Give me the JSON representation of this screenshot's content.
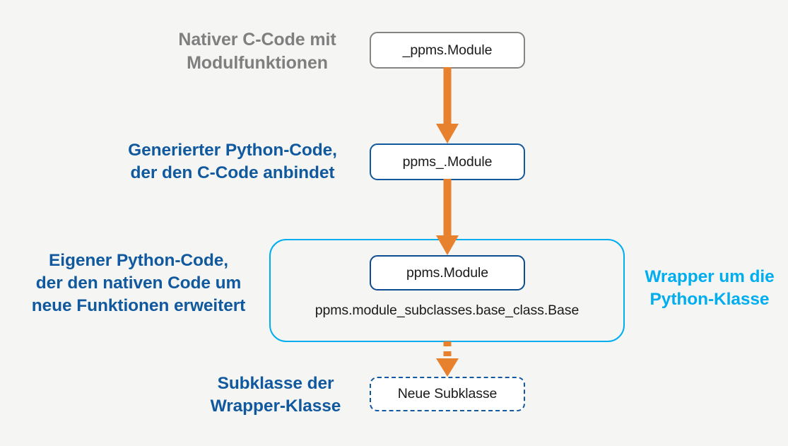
{
  "diagram": {
    "title": "PPMS Python wrapper architecture",
    "background_color": "#f5f5f4",
    "colors": {
      "gray": "#7f7f7f",
      "navy_blue": "#11599e",
      "cyan": "#00aeef",
      "orange": "#e8812e",
      "node_text": "#1a1a1a"
    }
  },
  "labels": {
    "native": "Nativer C-Code mit\nModulfunktionen",
    "generated": "Generierter Python-Code,\nder den C-Code anbindet",
    "own": "Eigener Python-Code,\nder den nativen Code um\nneue Funktionen erweitert",
    "wrapper": "Wrapper um die\nPython-Klasse",
    "subclass": "Subklasse der\nWrapper-Klasse"
  },
  "nodes": {
    "native": "_ppms.Module",
    "generated": "ppms_.Module",
    "module": "ppms.Module",
    "base_class": "ppms.module_subclasses.base_class.Base",
    "subclass": "Neue Subklasse"
  },
  "arrows": [
    {
      "name": "native-to-generated",
      "style": "solid",
      "color": "#e8812e"
    },
    {
      "name": "generated-to-module",
      "style": "solid",
      "color": "#e8812e"
    },
    {
      "name": "wrapper-to-subclass",
      "style": "dashed",
      "color": "#e8812e"
    }
  ]
}
